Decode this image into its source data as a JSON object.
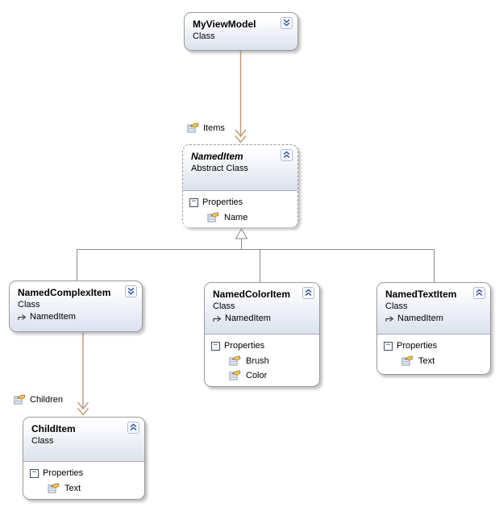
{
  "diagram": {
    "type": "visual-studio-class-diagram",
    "background": "#ffffff",
    "colors": {
      "box_border": "#9a9a9a",
      "header_gradient_end": "#dbe1ef",
      "association_line": "#bf9873",
      "inheritance_line": "#8a8a8a",
      "chevron_button_border": "#a9bcda",
      "chevron_glyph": "#3d5ea9"
    },
    "icons": {
      "expand_button": "chevron-double-down-icon",
      "collapse_button": "chevron-double-up-icon",
      "property": "property-icon",
      "inherits": "arrow-right-icon",
      "expander_minus_glyph": "−",
      "inheritance_head": "hollow-triangle-up",
      "association_head": "double-v-down"
    }
  },
  "classes": {
    "my_view_model": {
      "title": "MyViewModel",
      "subtitle": "Class",
      "state": "collapsed"
    },
    "named_item": {
      "title": "NamedItem",
      "subtitle": "Abstract Class",
      "state": "expanded",
      "properties_label": "Properties",
      "properties": [
        {
          "name": "Name"
        }
      ]
    },
    "named_complex_item": {
      "title": "NamedComplexItem",
      "subtitle": "Class",
      "base": "NamedItem",
      "state": "collapsed"
    },
    "named_color_item": {
      "title": "NamedColorItem",
      "subtitle": "Class",
      "base": "NamedItem",
      "state": "expanded",
      "properties_label": "Properties",
      "properties": [
        {
          "name": "Brush"
        },
        {
          "name": "Color"
        }
      ]
    },
    "named_text_item": {
      "title": "NamedTextItem",
      "subtitle": "Class",
      "base": "NamedItem",
      "state": "expanded",
      "properties_label": "Properties",
      "properties": [
        {
          "name": "Text"
        }
      ]
    },
    "child_item": {
      "title": "ChildItem",
      "subtitle": "Class",
      "state": "expanded",
      "properties_label": "Properties",
      "properties": [
        {
          "name": "Text"
        }
      ]
    }
  },
  "associations": {
    "items": {
      "label": "Items",
      "from": "MyViewModel",
      "to": "NamedItem"
    },
    "children": {
      "label": "Children",
      "from": "NamedComplexItem",
      "to": "ChildItem"
    }
  },
  "inheritance": {
    "base": "NamedItem",
    "derived": [
      "NamedComplexItem",
      "NamedColorItem",
      "NamedTextItem"
    ]
  }
}
